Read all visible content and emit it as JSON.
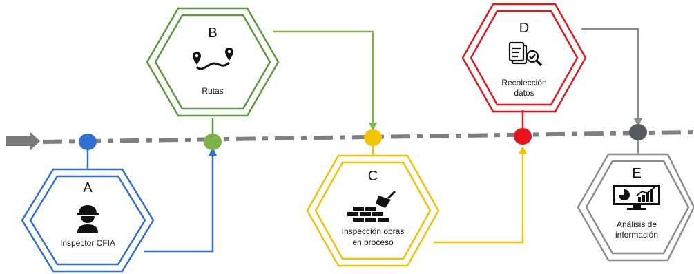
{
  "stages": [
    {
      "id": "A",
      "letter": "A",
      "label_lines": [
        "Inspector CFIA"
      ],
      "color": "#2f6fcf",
      "icon": "inspector-icon"
    },
    {
      "id": "B",
      "letter": "B",
      "label_lines": [
        "Rutas"
      ],
      "color": "#5a9a3b",
      "icon": "route-icon"
    },
    {
      "id": "C",
      "letter": "C",
      "label_lines": [
        "Inspección obras",
        "en proceso"
      ],
      "color": "#f2c200",
      "icon": "bricks-trowel-icon"
    },
    {
      "id": "D",
      "letter": "D",
      "label_lines": [
        "Recolección",
        "datos"
      ],
      "color": "#e8141b",
      "icon": "documents-check-icon"
    },
    {
      "id": "E",
      "letter": "E",
      "label_lines": [
        "Análisis de",
        "información"
      ],
      "color": "#8c8c8c",
      "icon": "analytics-monitor-icon"
    }
  ],
  "timeline": {
    "arrow_color": "#7a7a7a",
    "line_color": "#7f7f7f"
  },
  "node_colors": [
    "#2f6fcf",
    "#7bb346",
    "#f5c400",
    "#e8141b",
    "#555b61"
  ]
}
